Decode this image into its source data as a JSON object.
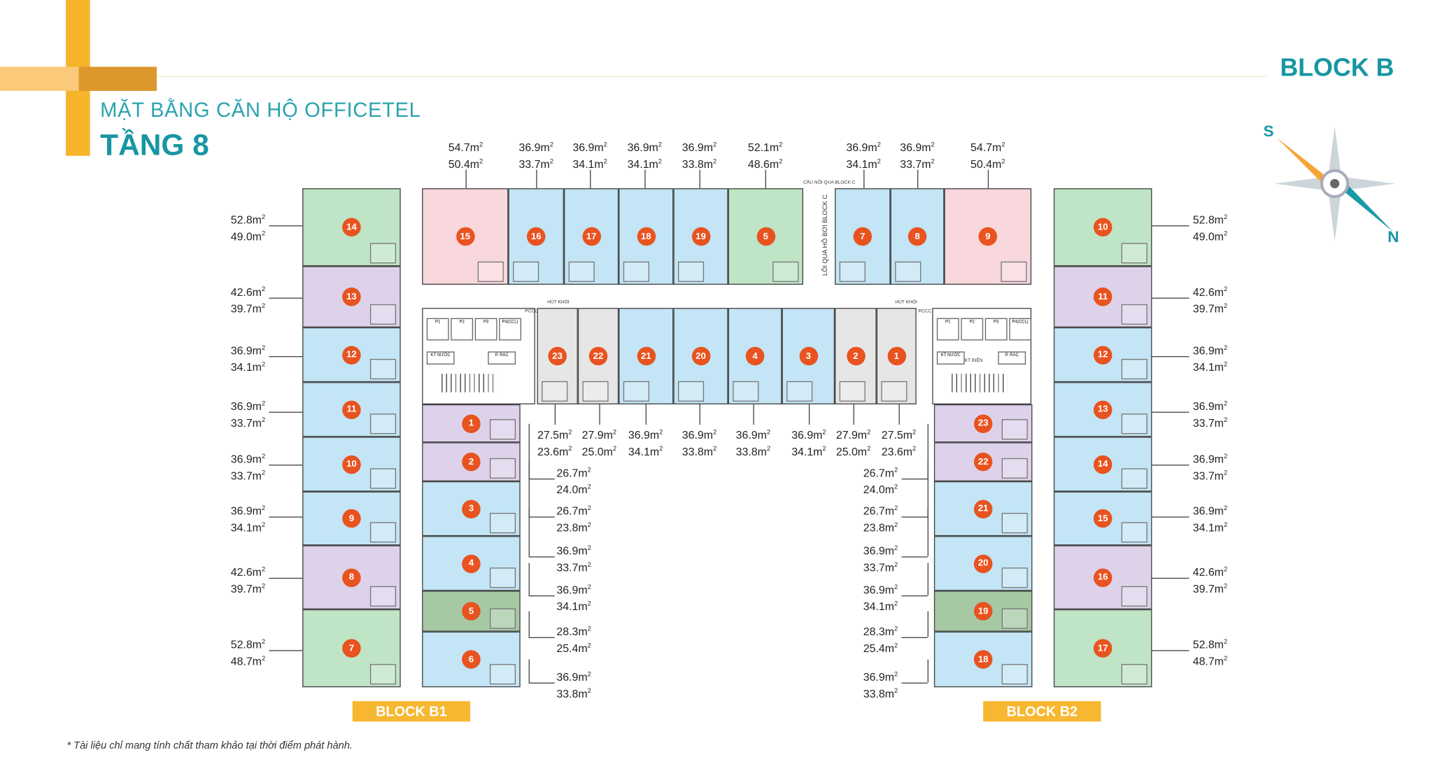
{
  "header": {
    "subtitle": "MẶT BẰNG CĂN HỘ OFFICETEL",
    "title": "TẦNG 8",
    "block": "BLOCK B"
  },
  "compass": {
    "south": "S",
    "north": "N"
  },
  "blocks": {
    "b1": "BLOCK B1",
    "b2": "BLOCK B2"
  },
  "note": "* Tài liệu chỉ mang tính chất tham khảo tại thời điểm phát hành.",
  "annotations": {
    "corridor": "LÕI QUA HỒ BƠI BLOCK C",
    "bridge": "CẦU NỐI QUA BLOCK C",
    "smoke": "HÚT KHÓI",
    "fire": "PCCC",
    "water": "KT NƯỚC",
    "trash": "P. RÁC",
    "electric": "KT ĐIỆN",
    "p1": "P1",
    "p2": "P2",
    "p3": "P3",
    "p4": "P4(CCL)"
  },
  "colors": {
    "accent": "#1796a3",
    "yellow": "#f7b731",
    "badge": "#e8531f",
    "green": "#bfe4c6",
    "blue": "#c3e5f5",
    "purple": "#ddd2ea",
    "pink": "#f8d7dd",
    "gray": "#e6e6e6",
    "dgreen": "#a6c9a4"
  },
  "units": {
    "b1_outer": [
      {
        "n": "14",
        "t": "green"
      },
      {
        "n": "13",
        "t": "purple"
      },
      {
        "n": "12",
        "t": "blue"
      },
      {
        "n": "11",
        "t": "blue"
      },
      {
        "n": "10",
        "t": "blue"
      },
      {
        "n": "9",
        "t": "blue"
      },
      {
        "n": "8",
        "t": "purple"
      },
      {
        "n": "7",
        "t": "green"
      }
    ],
    "top_row": [
      {
        "n": "15",
        "t": "pink"
      },
      {
        "n": "16",
        "t": "blue"
      },
      {
        "n": "17",
        "t": "blue"
      },
      {
        "n": "18",
        "t": "blue"
      },
      {
        "n": "19",
        "t": "blue"
      },
      {
        "n": "5",
        "t": "green"
      },
      {
        "n": "7",
        "t": "blue"
      },
      {
        "n": "8",
        "t": "blue"
      },
      {
        "n": "9",
        "t": "pink"
      }
    ],
    "mid_row": [
      {
        "n": "23",
        "t": "gray"
      },
      {
        "n": "22",
        "t": "gray"
      },
      {
        "n": "21",
        "t": "blue"
      },
      {
        "n": "20",
        "t": "blue"
      },
      {
        "n": "4",
        "t": "blue"
      },
      {
        "n": "3",
        "t": "blue"
      },
      {
        "n": "2",
        "t": "gray"
      },
      {
        "n": "1",
        "t": "gray"
      }
    ],
    "b1_inner": [
      {
        "n": "1",
        "t": "purple"
      },
      {
        "n": "2",
        "t": "purple"
      },
      {
        "n": "3",
        "t": "blue"
      },
      {
        "n": "4",
        "t": "blue"
      },
      {
        "n": "5",
        "t": "dgreen"
      },
      {
        "n": "6",
        "t": "blue"
      }
    ],
    "b2_inner": [
      {
        "n": "23",
        "t": "purple"
      },
      {
        "n": "22",
        "t": "purple"
      },
      {
        "n": "21",
        "t": "blue"
      },
      {
        "n": "20",
        "t": "blue"
      },
      {
        "n": "19",
        "t": "dgreen"
      },
      {
        "n": "18",
        "t": "blue"
      }
    ],
    "b2_outer": [
      {
        "n": "10",
        "t": "green"
      },
      {
        "n": "11",
        "t": "purple"
      },
      {
        "n": "12",
        "t": "blue"
      },
      {
        "n": "13",
        "t": "blue"
      },
      {
        "n": "14",
        "t": "blue"
      },
      {
        "n": "15",
        "t": "blue"
      },
      {
        "n": "16",
        "t": "purple"
      },
      {
        "n": "17",
        "t": "green"
      }
    ]
  },
  "areas": {
    "unit": "m",
    "top": [
      [
        "54.7",
        "50.4"
      ],
      [
        "36.9",
        "33.7"
      ],
      [
        "36.9",
        "34.1"
      ],
      [
        "36.9",
        "34.1"
      ],
      [
        "36.9",
        "33.8"
      ],
      [
        "52.1",
        "48.6"
      ],
      [
        "36.9",
        "34.1"
      ],
      [
        "36.9",
        "33.7"
      ],
      [
        "54.7",
        "50.4"
      ]
    ],
    "left": [
      [
        "52.8",
        "49.0"
      ],
      [
        "42.6",
        "39.7"
      ],
      [
        "36.9",
        "34.1"
      ],
      [
        "36.9",
        "33.7"
      ],
      [
        "36.9",
        "33.7"
      ],
      [
        "36.9",
        "34.1"
      ],
      [
        "42.6",
        "39.7"
      ],
      [
        "52.8",
        "48.7"
      ]
    ],
    "right": [
      [
        "52.8",
        "49.0"
      ],
      [
        "42.6",
        "39.7"
      ],
      [
        "36.9",
        "34.1"
      ],
      [
        "36.9",
        "33.7"
      ],
      [
        "36.9",
        "33.7"
      ],
      [
        "36.9",
        "34.1"
      ],
      [
        "42.6",
        "39.7"
      ],
      [
        "52.8",
        "48.7"
      ]
    ],
    "mid": [
      [
        "27.5",
        "23.6"
      ],
      [
        "27.9",
        "25.0"
      ],
      [
        "36.9",
        "34.1"
      ],
      [
        "36.9",
        "33.8"
      ],
      [
        "36.9",
        "33.8"
      ],
      [
        "36.9",
        "34.1"
      ],
      [
        "27.9",
        "25.0"
      ],
      [
        "27.5",
        "23.6"
      ]
    ],
    "b1_inner": [
      [
        "26.7",
        "24.0"
      ],
      [
        "26.7",
        "23.8"
      ],
      [
        "36.9",
        "33.7"
      ],
      [
        "36.9",
        "34.1"
      ],
      [
        "28.3",
        "25.4"
      ],
      [
        "36.9",
        "33.8"
      ]
    ],
    "b2_inner": [
      [
        "26.7",
        "24.0"
      ],
      [
        "26.7",
        "23.8"
      ],
      [
        "36.9",
        "33.7"
      ],
      [
        "36.9",
        "34.1"
      ],
      [
        "28.3",
        "25.4"
      ],
      [
        "36.9",
        "33.8"
      ]
    ]
  }
}
